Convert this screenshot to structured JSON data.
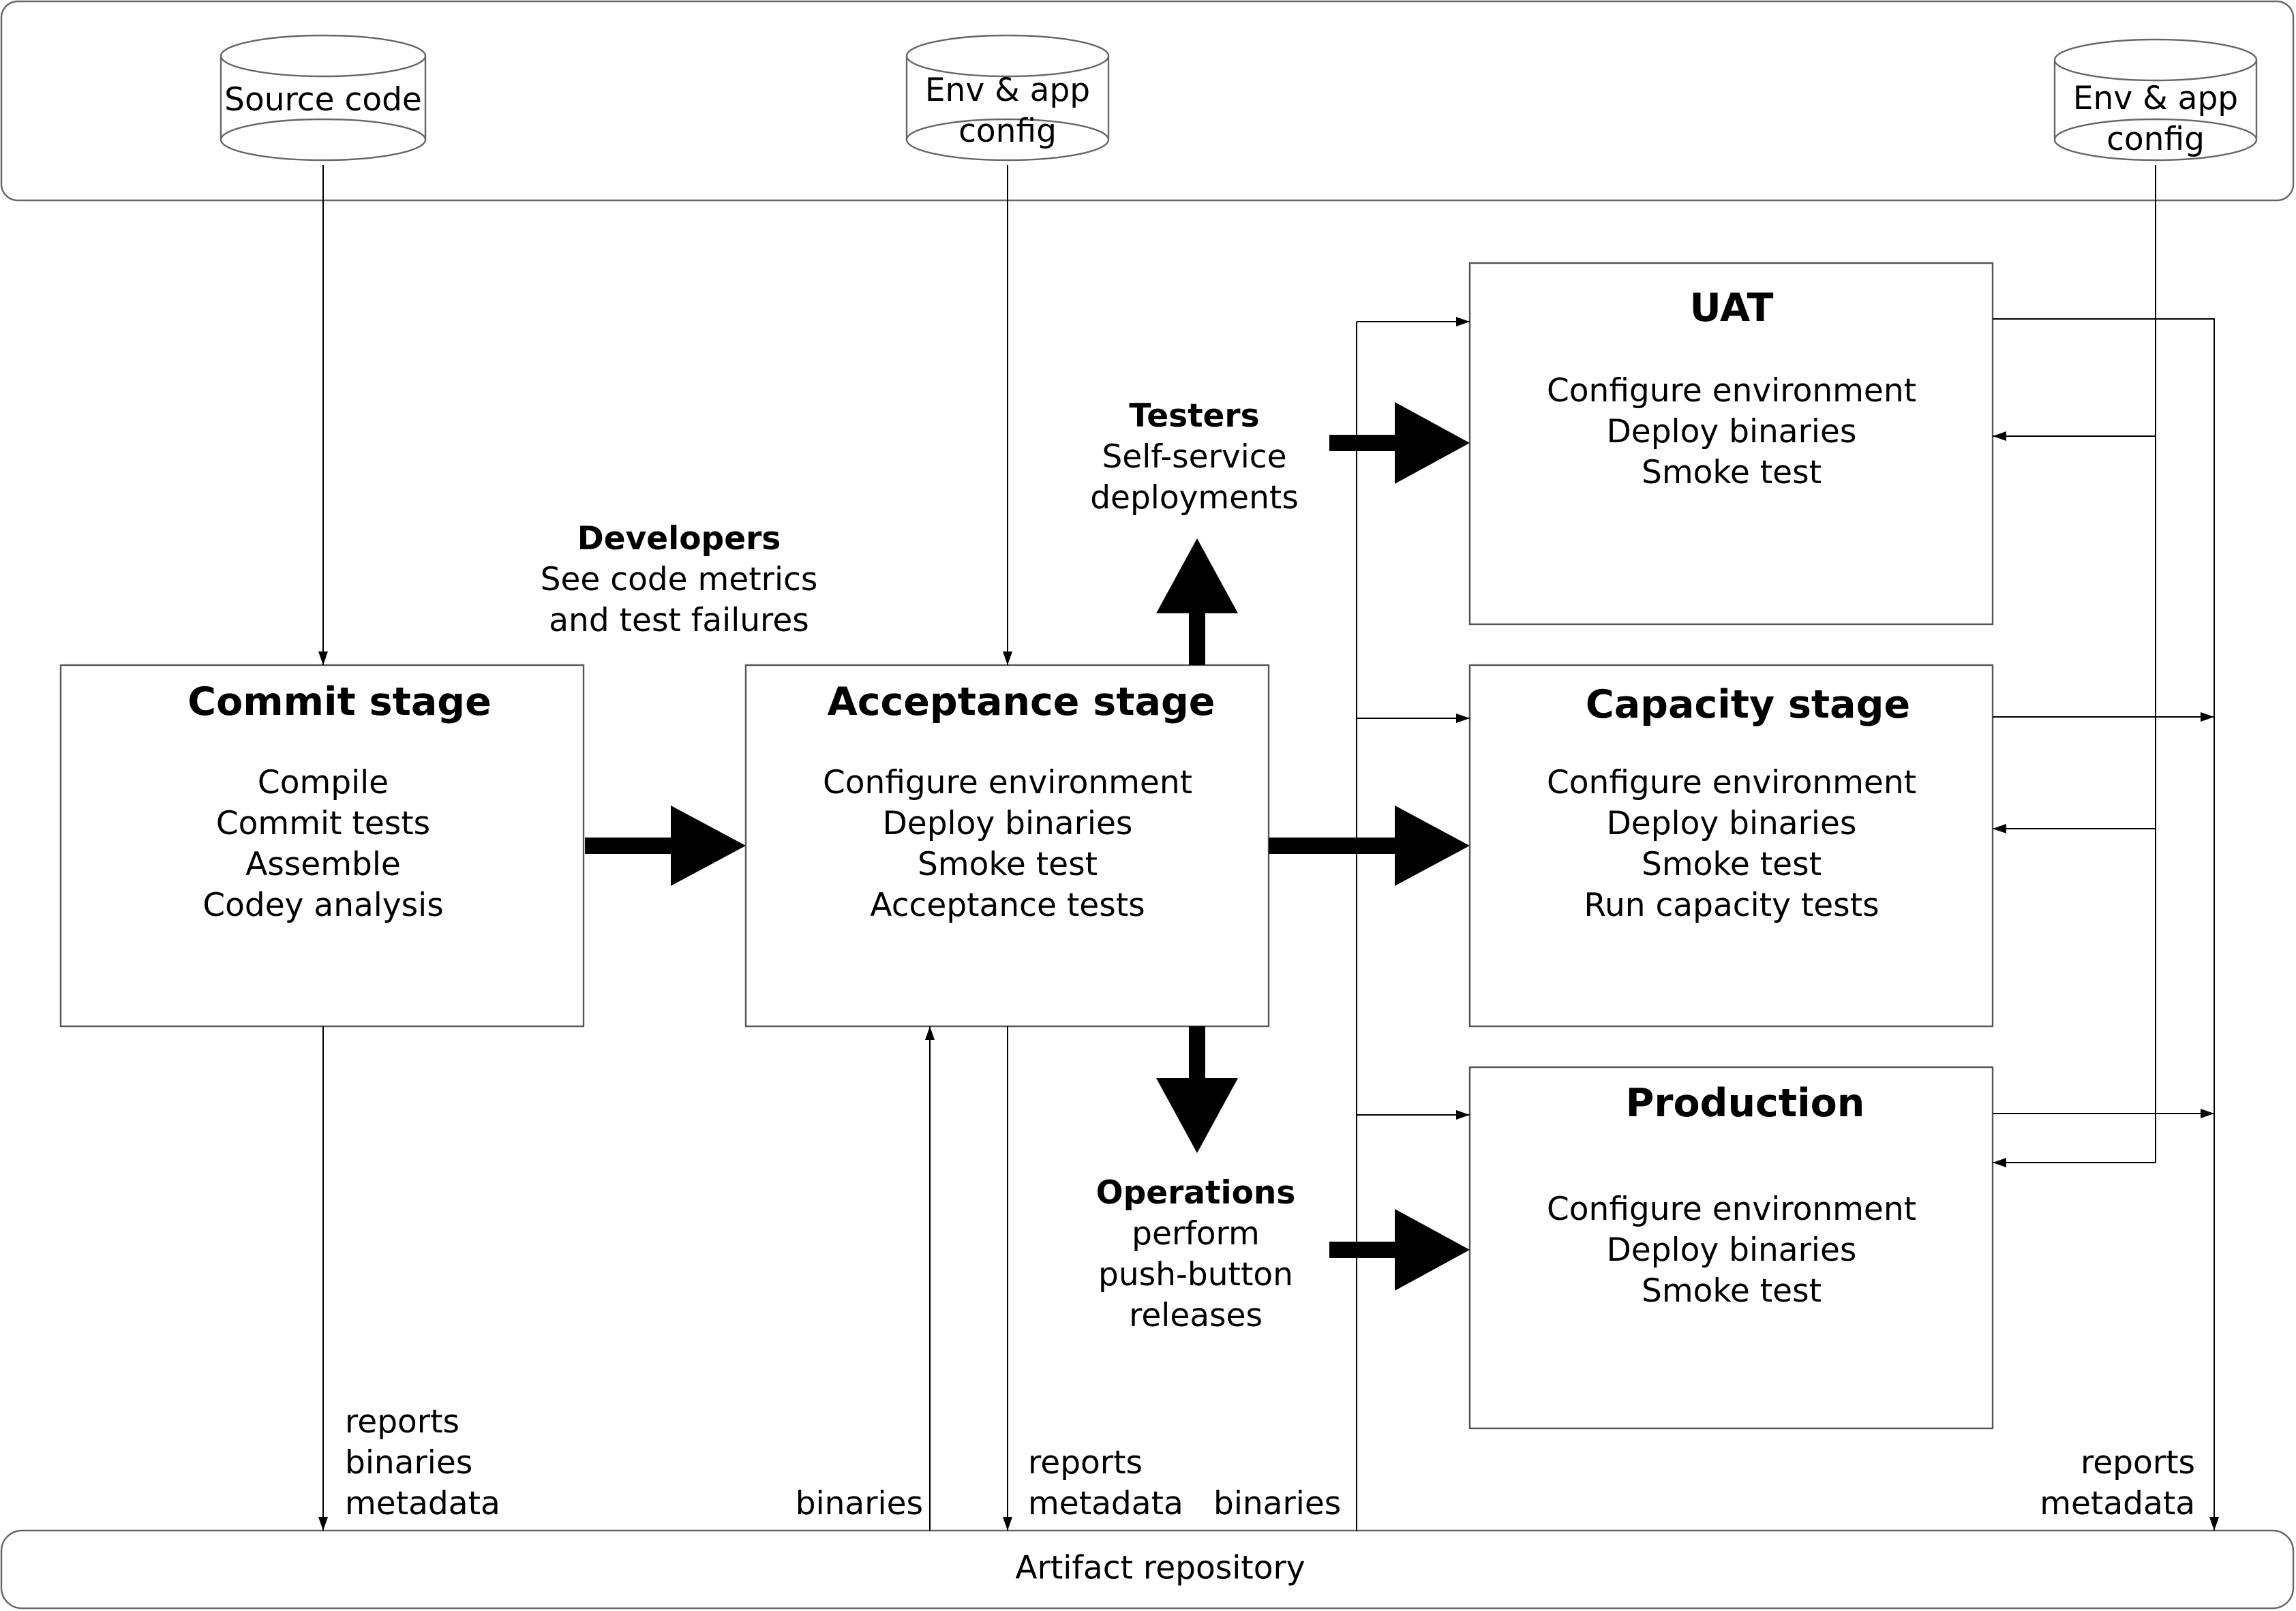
{
  "sources": [
    {
      "id": "source-code",
      "lines": [
        "Source code"
      ]
    },
    {
      "id": "env-config-acceptance",
      "lines": [
        "Env & app",
        "config"
      ]
    },
    {
      "id": "env-config-right",
      "lines": [
        "Env & app",
        "config"
      ]
    }
  ],
  "stages": [
    {
      "id": "commit-stage",
      "title": "Commit stage",
      "lines": [
        "Compile",
        "Commit tests",
        "Assemble",
        "Codey analysis"
      ]
    },
    {
      "id": "acceptance-stage",
      "title": "Acceptance stage",
      "lines": [
        "Configure environment",
        "Deploy binaries",
        "Smoke test",
        "Acceptance tests"
      ]
    },
    {
      "id": "uat-stage",
      "title": "UAT",
      "lines": [
        "Configure environment",
        "Deploy binaries",
        "Smoke test"
      ]
    },
    {
      "id": "capacity-stage",
      "title": "Capacity stage",
      "lines": [
        "Configure environment",
        "Deploy binaries",
        "Smoke test",
        "Run capacity tests"
      ]
    },
    {
      "id": "production-stage",
      "title": "Production",
      "lines": [
        "Configure environment",
        "Deploy binaries",
        "Smoke test"
      ]
    }
  ],
  "actors": [
    {
      "id": "developers",
      "title": "Developers",
      "lines": [
        "See code metrics",
        "and test failures"
      ]
    },
    {
      "id": "testers",
      "title": "Testers",
      "lines": [
        "Self-service",
        "deployments"
      ]
    },
    {
      "id": "operations",
      "title": "Operations",
      "lines": [
        "perform",
        "push-button",
        "releases"
      ]
    }
  ],
  "flow_labels": [
    {
      "id": "commit-output",
      "lines": [
        "reports",
        "binaries",
        "metadata"
      ]
    },
    {
      "id": "acceptance-input",
      "lines": [
        "binaries"
      ]
    },
    {
      "id": "acceptance-output",
      "lines": [
        "reports",
        "metadata"
      ]
    },
    {
      "id": "downstream-input",
      "lines": [
        "binaries"
      ]
    },
    {
      "id": "downstream-output",
      "lines": [
        "reports",
        "metadata"
      ]
    }
  ],
  "repository": {
    "label": "Artifact repository"
  }
}
